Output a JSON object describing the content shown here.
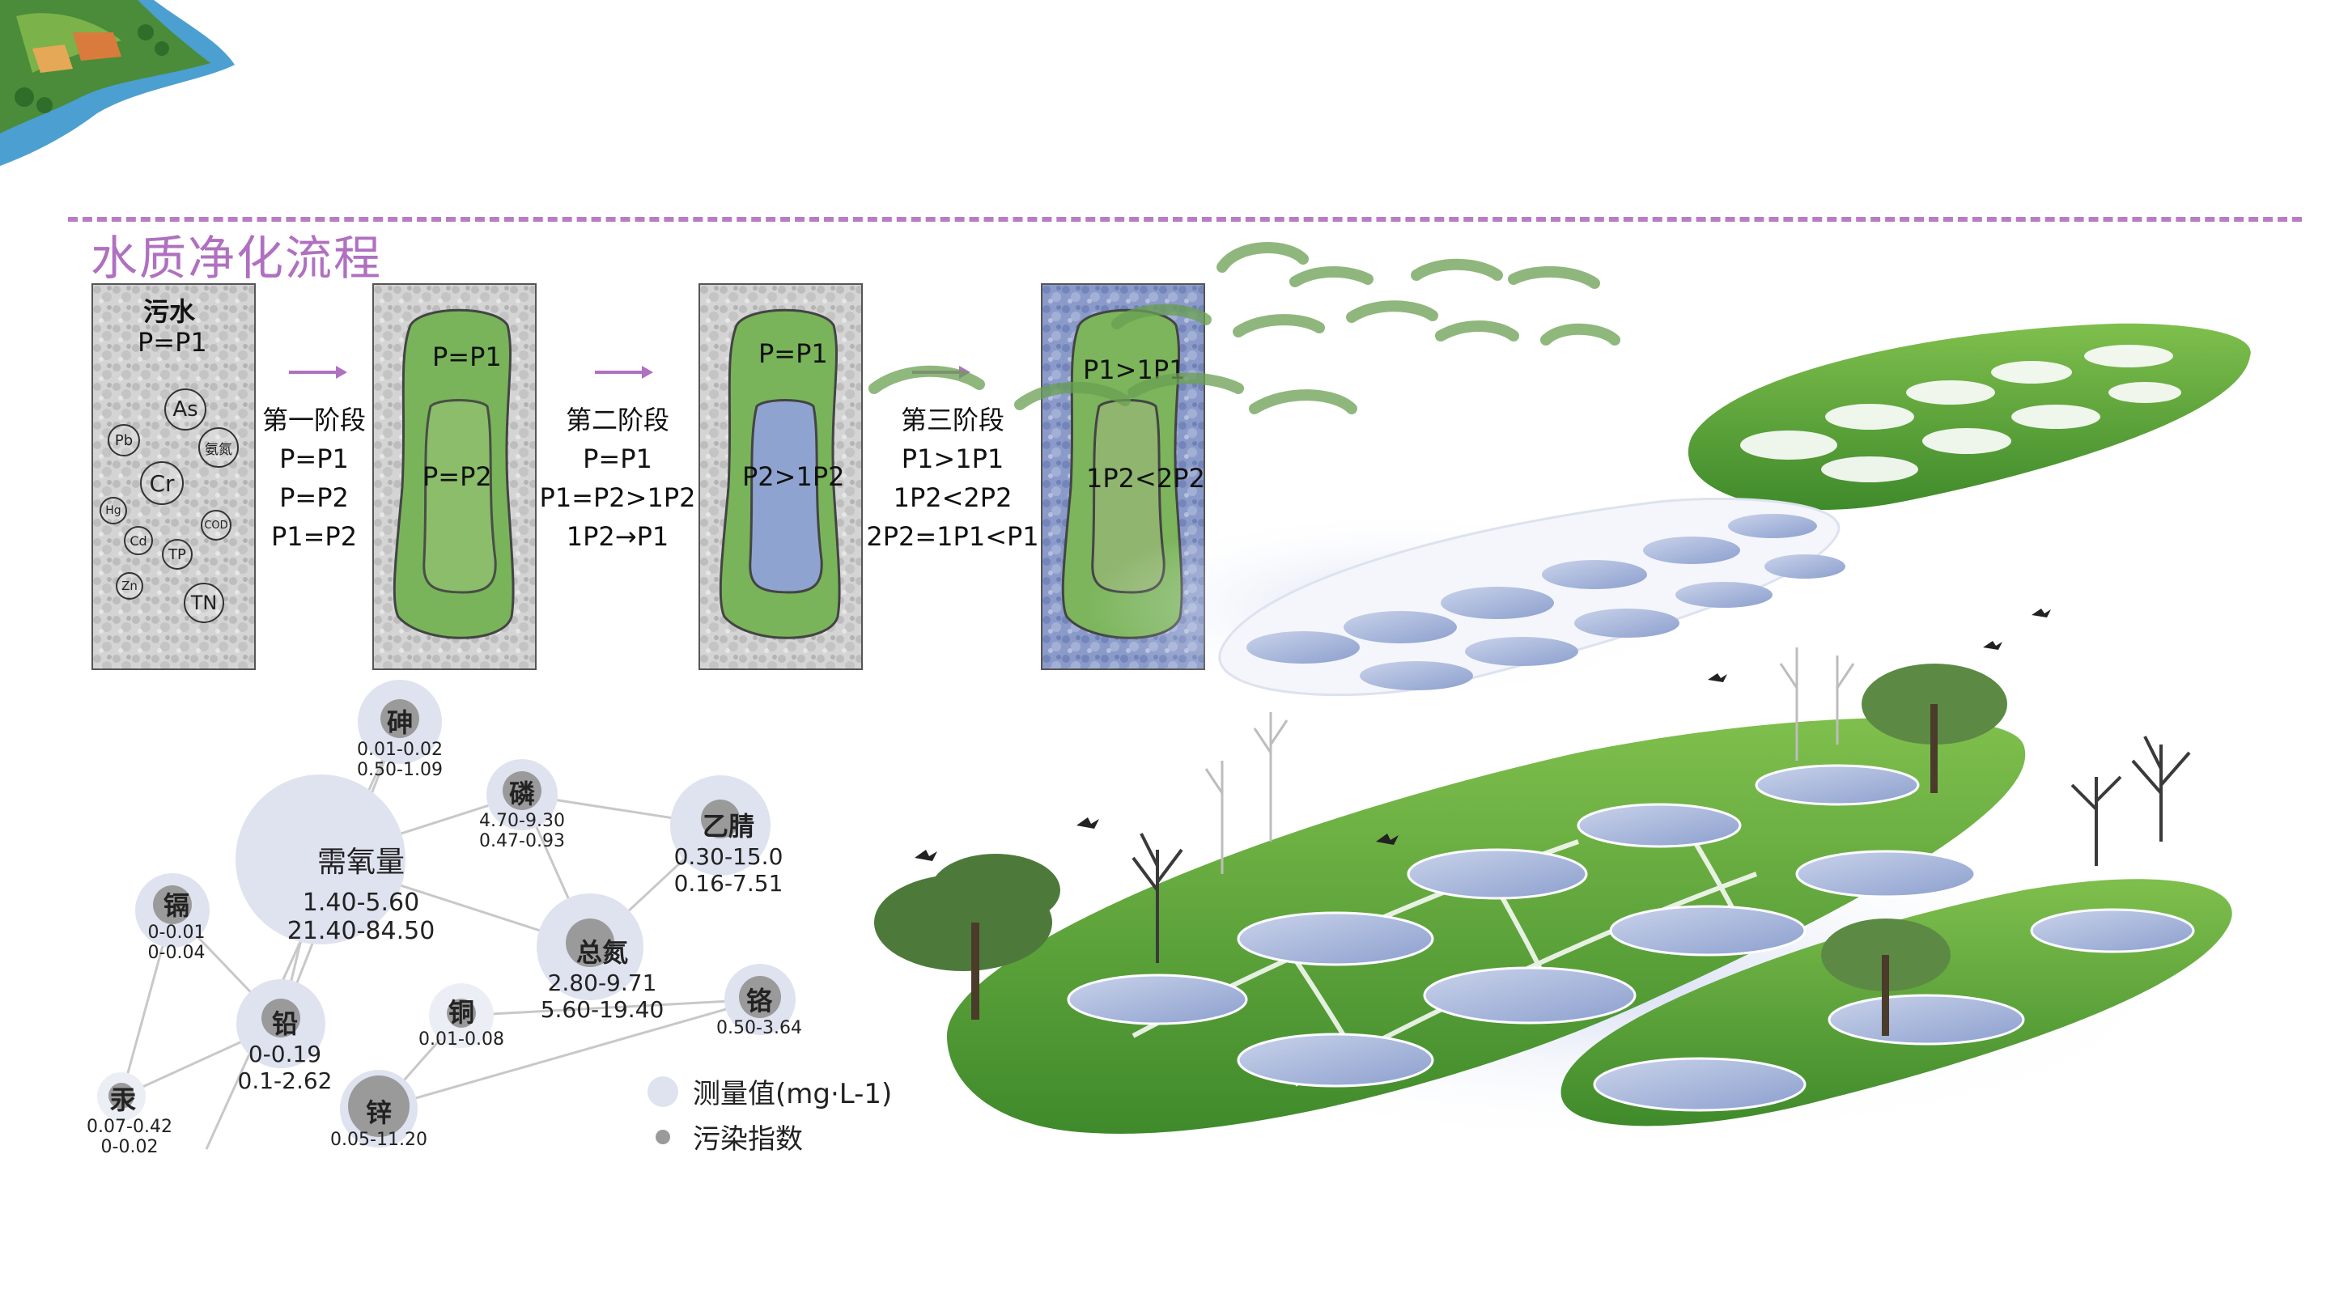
{
  "title": "水质净化流程",
  "panels": [
    {
      "heading": "污水",
      "eq": "P=P1",
      "pollutants": [
        "As",
        "Pb",
        "氨氮",
        "Cr",
        "Hg",
        "COD",
        "Cd",
        "TP",
        "Zn",
        "TN"
      ]
    },
    {
      "outer": "P=P1",
      "inner": "P=P2"
    },
    {
      "outer": "P=P1",
      "inner": "P2>1P2"
    },
    {
      "outer": "P1>1P1",
      "inner": "1P2<2P2"
    }
  ],
  "stages": [
    {
      "label": "第一阶段",
      "lines": [
        "P=P1",
        "P=P2",
        "P1=P2"
      ]
    },
    {
      "label": "第二阶段",
      "lines": [
        "P=P1",
        "P1=P2>1P2",
        "1P2→P1"
      ]
    },
    {
      "label": "第三阶段",
      "lines": [
        "P1>1P1",
        "1P2<2P2",
        "2P2=1P1<P1"
      ]
    }
  ],
  "network": {
    "nodes": [
      {
        "name": "砷",
        "v1": "0.01-0.02",
        "v2": "0.50-1.09"
      },
      {
        "name": "磷",
        "v1": "4.70-9.30",
        "v2": "0.47-0.93"
      },
      {
        "name": "乙腈",
        "v1": "0.30-15.0",
        "v2": "0.16-7.51"
      },
      {
        "name": "需氧量",
        "v1": "1.40-5.60",
        "v2": "21.40-84.50"
      },
      {
        "name": "镉",
        "v1": "0-0.01",
        "v2": "0-0.04"
      },
      {
        "name": "总氮",
        "v1": "2.80-9.71",
        "v2": "5.60-19.40"
      },
      {
        "name": "铅",
        "v1": "0-0.19",
        "v2": "0.1-2.62"
      },
      {
        "name": "铜",
        "v1": "0.01-0.08",
        "v2": ""
      },
      {
        "name": "铬",
        "v1": "0.50-3.64",
        "v2": ""
      },
      {
        "name": "汞",
        "v1": "0.07-0.42",
        "v2": "0-0.02"
      },
      {
        "name": "锌",
        "v1": "0.05-11.20",
        "v2": ""
      }
    ]
  },
  "legend": {
    "measured": "测量值(mg·L-1)",
    "index": "污染指数"
  },
  "colors": {
    "accent": "#b070c0",
    "green": "#5a9a3a",
    "water": "#8fa3d0"
  }
}
